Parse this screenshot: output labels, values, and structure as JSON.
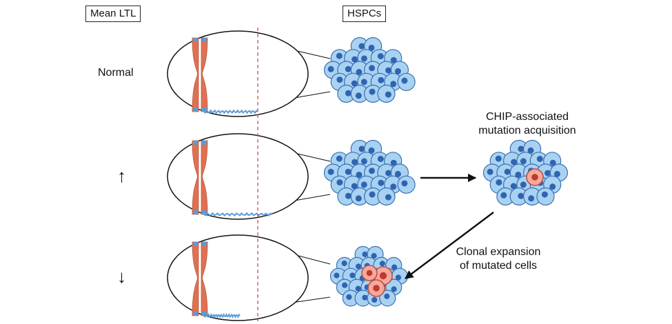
{
  "headers": {
    "mean_ltl": "Mean LTL",
    "hspcs": "HSPCs"
  },
  "rows": [
    {
      "indicator": "Normal"
    },
    {
      "indicator": "↑"
    },
    {
      "indicator": "↓"
    }
  ],
  "annotations": {
    "mutation_line1": "CHIP-associated",
    "mutation_line2": "mutation acquisition",
    "expansion_line1": "Clonal expansion",
    "expansion_line2": "of mutated cells"
  },
  "colors": {
    "chromosome": "#e07052",
    "telomere": "#5a9bd8",
    "cell_fill": "#a9d2f2",
    "cell_stroke": "#3a70b0",
    "nucleus": "#2f64b2",
    "mutated_fill": "#f4a9a0",
    "mutated_stroke": "#c0503e",
    "mutated_nucleus": "#c23a2a",
    "dashed_line": "#d94848"
  }
}
